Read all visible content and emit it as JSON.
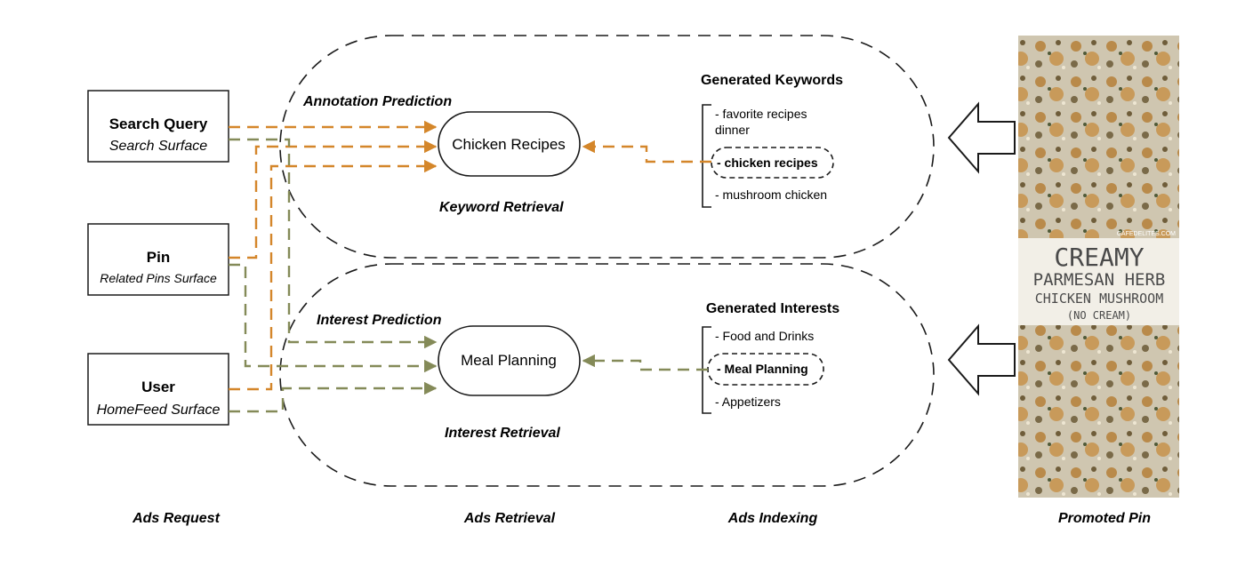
{
  "sources": [
    {
      "title": "Search Query",
      "subtitle": "Search Surface"
    },
    {
      "title": "Pin",
      "subtitle": "Related Pins Surface"
    },
    {
      "title": "User",
      "subtitle": "HomeFeed Surface"
    }
  ],
  "top_group": {
    "prediction_label": "Annotation Prediction",
    "node_label": "Chicken Recipes",
    "retrieval_label": "Keyword Retrieval",
    "list_header": "Generated Keywords",
    "items": [
      "- favorite recipes",
      "dinner",
      "- chicken recipes",
      "- mushroom chicken"
    ]
  },
  "bottom_group": {
    "prediction_label": "Interest Prediction",
    "node_label": "Meal Planning",
    "retrieval_label": "Interest Retrieval",
    "list_header": "Generated Interests",
    "items": [
      "- Food and Drinks",
      "- Meal Planning",
      "- Appetizers"
    ]
  },
  "pin_image": {
    "line1": "CREAMY",
    "line2": "PARMESAN HERB",
    "line3": "CHICKEN MUSHROOM",
    "line4": "(NO CREAM)",
    "watermark": "CAFEDELITES.COM"
  },
  "footer": {
    "ads_request": "Ads Request",
    "ads_retrieval": "Ads Retrieval",
    "ads_indexing": "Ads Indexing",
    "promoted_pin": "Promoted Pin"
  },
  "colors": {
    "orange": "#d4862a",
    "olive": "#848a58",
    "outline": "#1a1a1a"
  }
}
